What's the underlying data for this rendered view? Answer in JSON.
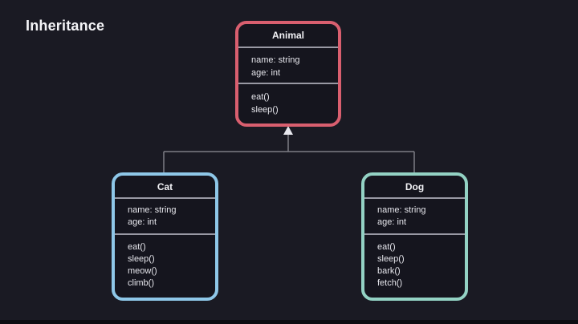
{
  "page": {
    "title": "Inheritance"
  },
  "colors": {
    "background": "#1a1a23",
    "box_fill": "#15151e",
    "animal_accent": "#d95f6f",
    "cat_accent": "#8ec7e8",
    "dog_accent": "#93d2c4",
    "connector": "#7c7c85",
    "divider": "#9999a4",
    "text": "#e9e9ef"
  },
  "classes": [
    {
      "name": "Animal",
      "attributes": [
        "name: string",
        "age: int"
      ],
      "methods": [
        "eat()",
        "sleep()"
      ]
    },
    {
      "name": "Cat",
      "attributes": [
        "name: string",
        "age: int"
      ],
      "methods": [
        "eat()",
        "sleep()",
        "meow()",
        "climb()"
      ]
    },
    {
      "name": "Dog",
      "attributes": [
        "name: string",
        "age: int"
      ],
      "methods": [
        "eat()",
        "sleep()",
        "bark()",
        "fetch()"
      ]
    }
  ],
  "relations": [
    {
      "type": "inheritance",
      "from": "Cat",
      "to": "Animal"
    },
    {
      "type": "inheritance",
      "from": "Dog",
      "to": "Animal"
    }
  ]
}
